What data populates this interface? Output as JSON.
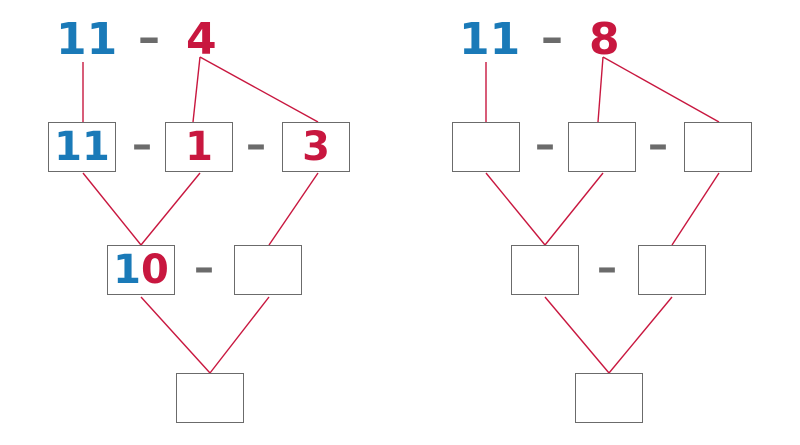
{
  "colors": {
    "blue": "#1a7ab8",
    "red": "#c8173f",
    "gray": "#6b6b6b",
    "line": "#c8173f"
  },
  "left": {
    "top": {
      "a": "11",
      "op": "–",
      "b": "4"
    },
    "row1": {
      "box1": "11",
      "box2": "1",
      "box3": "3",
      "op1": "–",
      "op2": "–"
    },
    "row2": {
      "box1_tens": "1",
      "box1_ones": "0",
      "box2": "",
      "op": "–"
    },
    "row3": {
      "box": ""
    }
  },
  "right": {
    "top": {
      "a": "11",
      "op": "–",
      "b": "8"
    },
    "row1": {
      "box1": "",
      "box2": "",
      "box3": "",
      "op1": "–",
      "op2": "–"
    },
    "row2": {
      "box1": "",
      "box2": "",
      "op": "–"
    },
    "row3": {
      "box": ""
    }
  }
}
